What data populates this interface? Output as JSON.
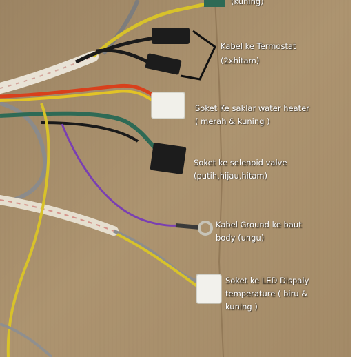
{
  "labels": {
    "top_cut": "(kuning)",
    "termostat": {
      "line1": "Kabel ke Termostat",
      "line2": "(2xhitam)"
    },
    "water_heater": {
      "line1": "Soket Ke saklar water heater",
      "line2": "( merah & kuning )"
    },
    "selenoid": {
      "line1": "Soket ke selenoid valve",
      "line2": "(putih,hijau,hitam)"
    },
    "ground": {
      "line1": "Kabel Ground ke baut",
      "line2": "body (ungu)"
    },
    "led": {
      "line1": "Soket ke LED Dispaly",
      "line2": "temperature ( biru &",
      "line3": "kuning )"
    }
  },
  "colors": {
    "cardboard": "#a88f6c",
    "wire_yellow": "#d8c22a",
    "wire_red": "#d8401c",
    "wire_green": "#2e6a55",
    "wire_purple": "#7a3fb2",
    "wire_black": "#1a1a1a",
    "wire_gray": "#8d8d8d",
    "connector_white": "#f1f0ea"
  }
}
